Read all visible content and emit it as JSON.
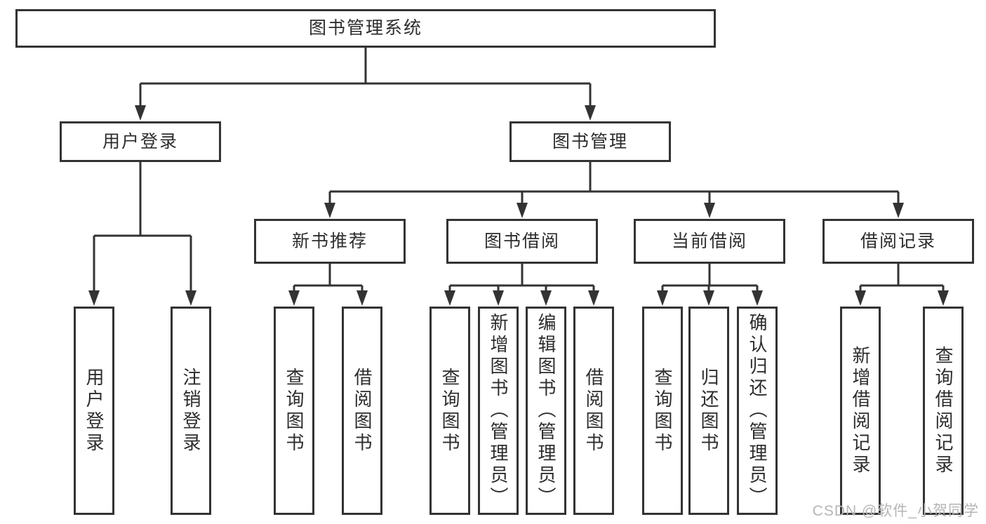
{
  "tree": {
    "label": "图书管理系统",
    "children": [
      {
        "label": "用户登录",
        "children": [
          {
            "label": "用户登录"
          },
          {
            "label": "注销登录"
          }
        ]
      },
      {
        "label": "图书管理",
        "children": [
          {
            "label": "新书推荐",
            "children": [
              {
                "label": "查询图书"
              },
              {
                "label": "借阅图书"
              }
            ]
          },
          {
            "label": "图书借阅",
            "children": [
              {
                "label": "查询图书"
              },
              {
                "label": "新增图书（管理员）"
              },
              {
                "label": "编辑图书（管理员）"
              },
              {
                "label": "借阅图书"
              }
            ]
          },
          {
            "label": "当前借阅",
            "children": [
              {
                "label": "查询图书"
              },
              {
                "label": "归还图书"
              },
              {
                "label": "确认归还（管理员）"
              }
            ]
          },
          {
            "label": "借阅记录",
            "children": [
              {
                "label": "新增借阅记录"
              },
              {
                "label": "查询借阅记录"
              }
            ]
          }
        ]
      }
    ]
  },
  "watermark": "CSDN @软件_小贺同学",
  "colors": {
    "line": "#333333",
    "box_border": "#333333",
    "text": "#2d2d2d",
    "background": "#ffffff",
    "watermark": "#b5b5b5"
  }
}
